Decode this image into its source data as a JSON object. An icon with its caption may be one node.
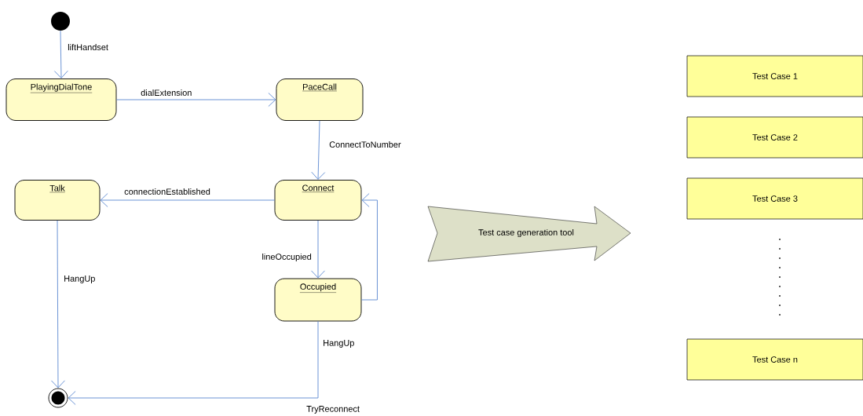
{
  "diagram": {
    "nodes": [
      {
        "text": [],
        "shape": "circle"
      },
      {
        "text": [
          "PlayingDialTone"
        ]
      },
      {
        "text": [
          "PaceCall"
        ]
      },
      {
        "text": [
          "Talk"
        ]
      },
      {
        "text": [
          "Connect"
        ]
      },
      {
        "text": [
          "Occupied"
        ]
      },
      {
        "text": [],
        "shape": "circle"
      },
      {
        "text": [
          "Test case generation tool"
        ]
      },
      {
        "text": [
          "Test Case 1"
        ]
      },
      {
        "text": [
          "Test Case 2"
        ]
      },
      {
        "text": [
          "Test Case 3"
        ]
      },
      {
        "text": [
          "Test Case n"
        ]
      }
    ],
    "edges": [
      {
        "from": 0,
        "to": 1,
        "arrow": "to",
        "label": "liftHandset"
      },
      {
        "from": 1,
        "to": 2,
        "arrow": "to",
        "label": "dialExtension"
      },
      {
        "from": 2,
        "to": 4,
        "arrow": "to",
        "label": "ConnectToNumber"
      },
      {
        "from": 4,
        "to": 3,
        "arrow": "to",
        "label": "connectionEstablished"
      },
      {
        "from": 4,
        "to": 5,
        "arrow": "to",
        "label": "lineOccupied"
      },
      {
        "from": 5,
        "to": 4,
        "arrow": "to"
      },
      {
        "from": 3,
        "to": 6,
        "arrow": "to",
        "label": "HangUp"
      },
      {
        "from": 5,
        "to": 6,
        "arrow": "to",
        "label": "HangUp"
      }
    ],
    "labels": [
      "TryReconnect"
    ]
  }
}
